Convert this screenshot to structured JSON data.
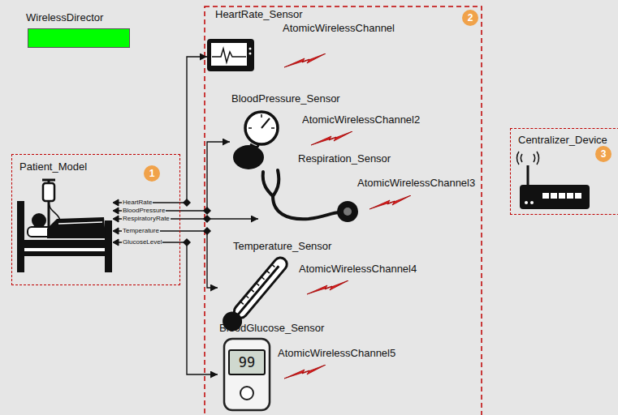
{
  "diagram": {
    "nodes": [
      {
        "text": [
          "WirelessDirector"
        ]
      },
      {
        "text": [
          "Patient_Model"
        ]
      },
      {
        "text": [
          "HeartRate_Sensor"
        ]
      },
      {
        "text": [
          "BloodPressure_Sensor"
        ]
      },
      {
        "text": [
          "Respiration_Sensor"
        ]
      },
      {
        "text": [
          "Temperature_Sensor"
        ]
      },
      {
        "text": [
          "BloodGlucose_Sensor"
        ]
      },
      {
        "text": [
          "Centralizer_Device"
        ]
      }
    ],
    "edges": [
      {
        "from": 1,
        "to": 2,
        "arrow": "to"
      },
      {
        "from": 1,
        "to": 3,
        "arrow": "to"
      },
      {
        "from": 1,
        "to": 4,
        "arrow": "to"
      },
      {
        "from": 1,
        "to": 5,
        "arrow": "to"
      },
      {
        "from": 1,
        "to": 6,
        "arrow": "to"
      }
    ],
    "labels": [
      "1",
      "HeartRate",
      "BloodPressure",
      "RespiratoryRate",
      "Temperature",
      "GlucoseLevel",
      "2",
      "AtomicWirelessChannel",
      "AtomicWirelessChannel2",
      "AtomicWirelessChannel3",
      "AtomicWirelessChannel4",
      "AtomicWirelessChannel5",
      "99",
      "3"
    ]
  }
}
